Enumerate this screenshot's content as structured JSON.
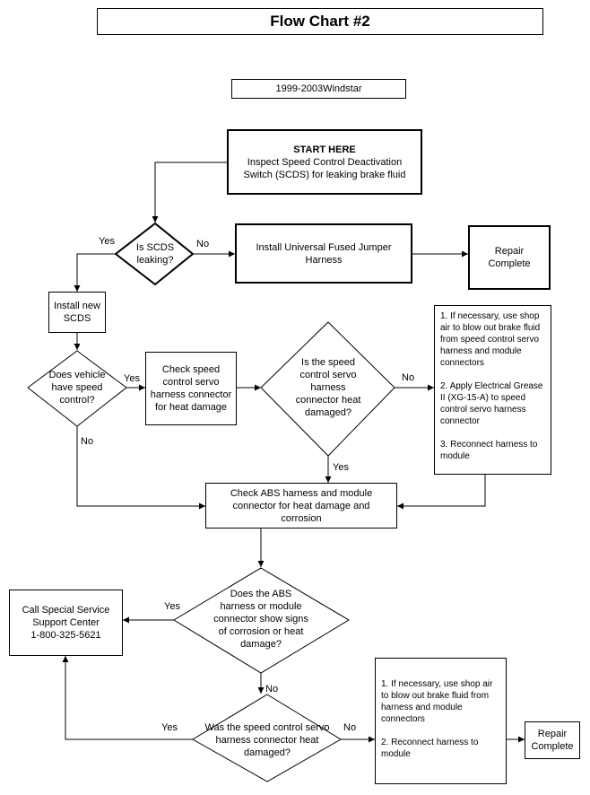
{
  "title": "Flow Chart #2",
  "model": "1999-2003Windstar",
  "start": {
    "heading": "START HERE",
    "text": "Inspect Speed Control Deactivation Switch (SCDS) for leaking brake fluid"
  },
  "q_scds_leaking": "Is SCDS leaking?",
  "install_jumper": "Install Universal Fused Jumper Harness",
  "repair_complete_1": "Repair Complete",
  "install_scds": "Install new SCDS",
  "q_speed_control": "Does vehicle have speed control?",
  "check_servo": "Check speed control servo harness connector for heat damage",
  "q_servo_damaged": "Is the speed control servo harness connector heat damaged?",
  "servo_steps": [
    "1. If necessary, use shop air to blow out brake fluid from speed control servo harness and module connectors",
    "2.  Apply Electrical Grease II (XG-15-A) to speed control servo harness connector",
    "3. Reconnect harness to module"
  ],
  "check_abs": "Check ABS harness and module connector for heat damage and corrosion",
  "q_abs_corrosion": "Does the ABS harness or module connector show signs of corrosion or heat damage?",
  "call_center": {
    "line1": "Call Special Service",
    "line2": "Support Center",
    "line3": "1-800-325-5621"
  },
  "q_was_servo": "Was the speed control servo harness connector heat damaged?",
  "final_steps": [
    "1.  If necessary, use shop air to blow out brake fluid from harness and module connectors",
    "2.  Reconnect harness to module"
  ],
  "repair_complete_2": "Repair Complete",
  "labels": {
    "yes": "Yes",
    "no": "No"
  }
}
